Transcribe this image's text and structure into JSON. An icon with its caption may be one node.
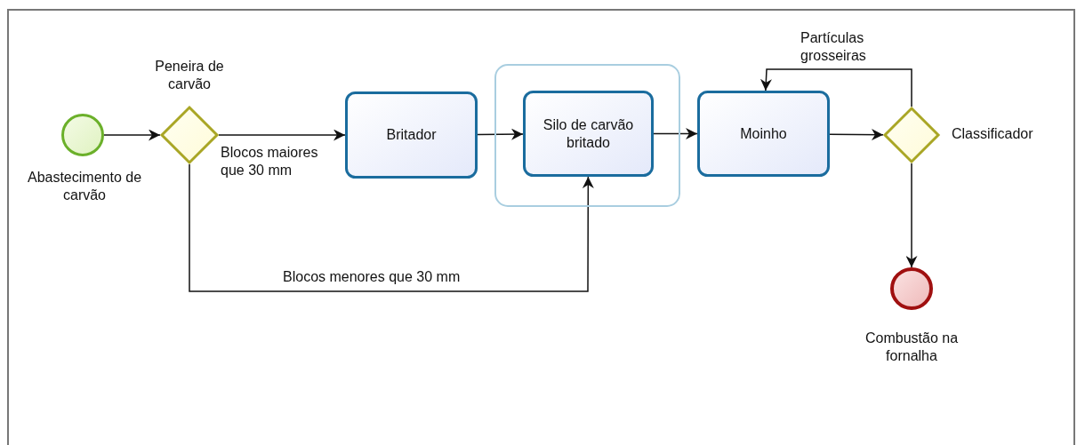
{
  "diagram": {
    "nodes": [
      {
        "text": [
          "Abastecimento de carvão"
        ]
      },
      {
        "text": [
          "Peneira de carvão"
        ]
      },
      {
        "text": [
          "Britador"
        ]
      },
      {
        "text": [],
        "shape": "box"
      },
      {
        "text": [
          "Silo de carvão britado"
        ],
        "in": 3
      },
      {
        "text": [
          "Moinho"
        ]
      },
      {
        "text": [
          "Classificador"
        ]
      },
      {
        "text": [
          "Combustão na fornalha"
        ]
      }
    ],
    "edges": [
      {
        "from": 0,
        "to": 1,
        "arrow": "to"
      },
      {
        "from": 1,
        "to": 2,
        "arrow": "to",
        "label": "Blocos maiores que 30 mm"
      },
      {
        "from": 1,
        "to": 4,
        "arrow": "to",
        "label": "Blocos menores que 30 mm"
      },
      {
        "from": 2,
        "to": 4,
        "arrow": "to"
      },
      {
        "from": 4,
        "to": 5,
        "arrow": "to"
      },
      {
        "from": 5,
        "to": 6,
        "arrow": "to"
      },
      {
        "from": 6,
        "to": 5,
        "arrow": "to",
        "label": "Partículas grosseiras"
      },
      {
        "from": 6,
        "to": 7,
        "arrow": "to"
      }
    ]
  }
}
